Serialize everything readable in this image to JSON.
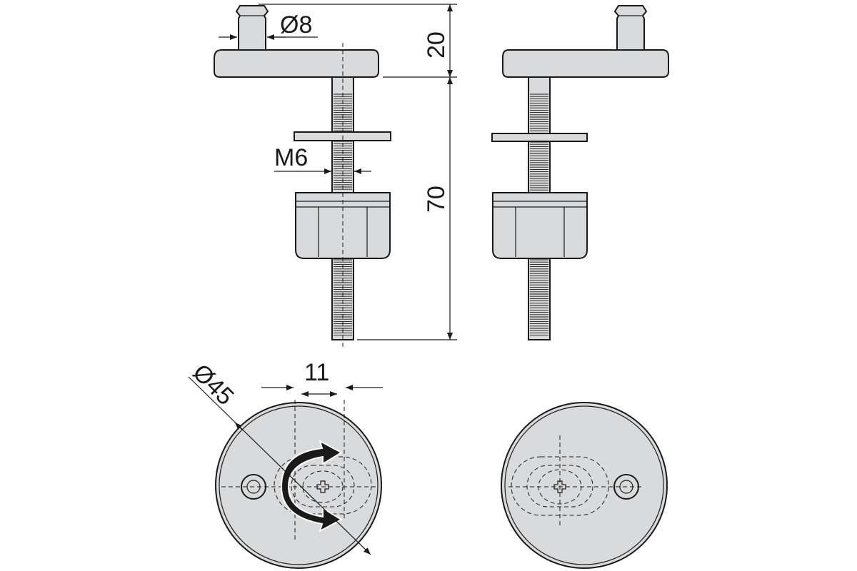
{
  "labels": {
    "pin_diameter": "Ø8",
    "height_top": "20",
    "bolt_thread": "M6",
    "height_total": "70",
    "cap_diameter": "Ø45",
    "slot_travel": "11"
  },
  "colors": {
    "part_fill": "#d9dadb",
    "line": "#1a1a1a",
    "background": "#ffffff"
  },
  "icons": {
    "rotate_arrow": "rotate-arrow-icon",
    "double_arrow": "double-arrow-icon"
  }
}
